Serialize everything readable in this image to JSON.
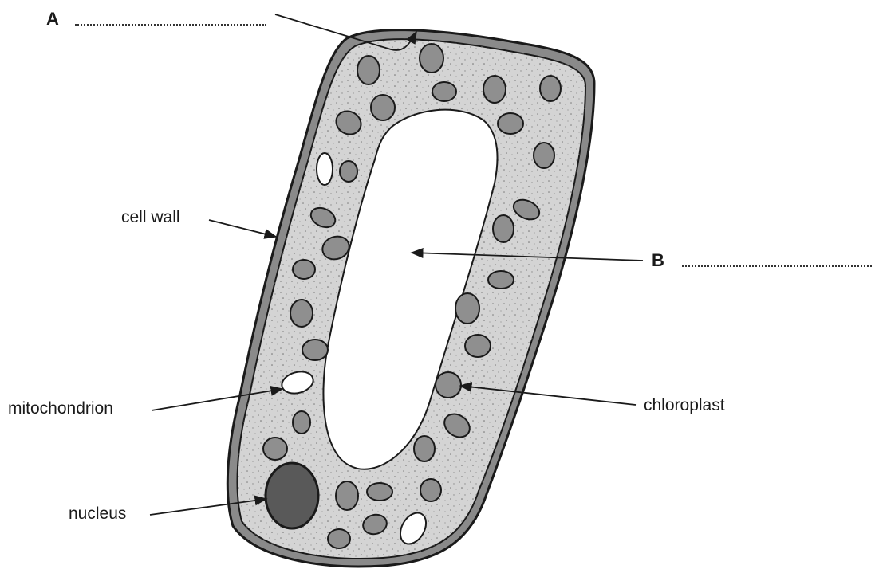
{
  "labels": {
    "a": "A",
    "b": "B",
    "cell_wall": "cell wall",
    "mitochondrion": "mitochondrion",
    "chloroplast": "chloroplast",
    "nucleus": "nucleus"
  },
  "colors": {
    "wall": "#8a8a8a",
    "cytoplasm": "#d4d4d4",
    "chloroplast": "#8f8f8f",
    "nucleus": "#595959",
    "outline": "#1a1a1a"
  }
}
